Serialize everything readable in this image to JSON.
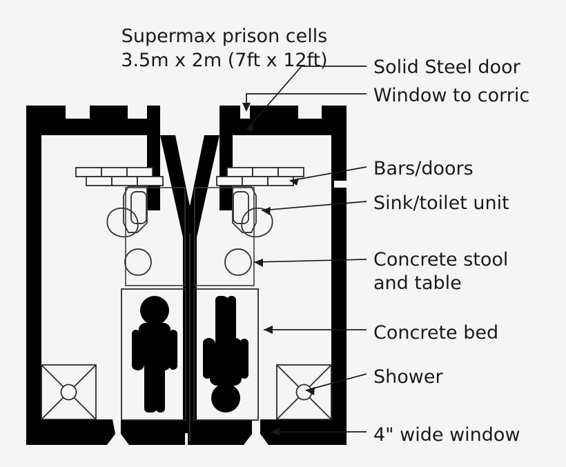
{
  "diagram": {
    "title_line1": "Supermax prison cells",
    "title_line2": "3.5m x 2m (7ft x 12ft)",
    "background_color": "#f5f5f5",
    "wall_color": "#000000",
    "text_color": "#1a1a1a"
  },
  "labels": {
    "solid_steel_door": "Solid Steel door",
    "window_to_corridor": "Window to corric",
    "bars_doors": "Bars/doors",
    "sink_toilet_unit": "Sink/toilet unit",
    "concrete_stool_line1": "Concrete stool",
    "concrete_stool_line2": "and table",
    "concrete_bed": "Concrete bed",
    "shower": "Shower",
    "wide_window": "4\" wide window"
  },
  "cells": {
    "left": {
      "name": "left-cell",
      "occupant": "standing-person-pictogram"
    },
    "right": {
      "name": "right-cell",
      "occupant": "inverted-person-pictogram"
    }
  },
  "fixtures": [
    {
      "name": "bars-doors",
      "count": 2
    },
    {
      "name": "sink-toilet-unit",
      "count": 2
    },
    {
      "name": "concrete-stool",
      "count": 2
    },
    {
      "name": "concrete-bed",
      "count": 2
    },
    {
      "name": "shower",
      "count": 2
    },
    {
      "name": "narrow-window",
      "count": 4
    }
  ]
}
